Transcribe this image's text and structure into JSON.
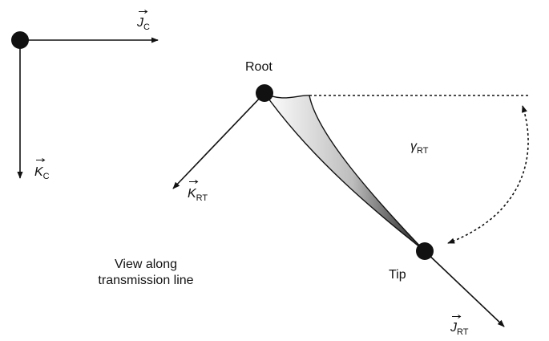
{
  "labels": {
    "jc": {
      "main": "J",
      "sub": "C"
    },
    "kc": {
      "main": "K",
      "sub": "C"
    },
    "root": "Root",
    "tip": "Tip",
    "krt": {
      "main": "K",
      "sub": "RT"
    },
    "jrt": {
      "main": "J",
      "sub": "RT"
    },
    "gamma": {
      "main": "γ",
      "sub": "RT"
    }
  },
  "caption": {
    "line1": "View along",
    "line2": "transmission line"
  }
}
